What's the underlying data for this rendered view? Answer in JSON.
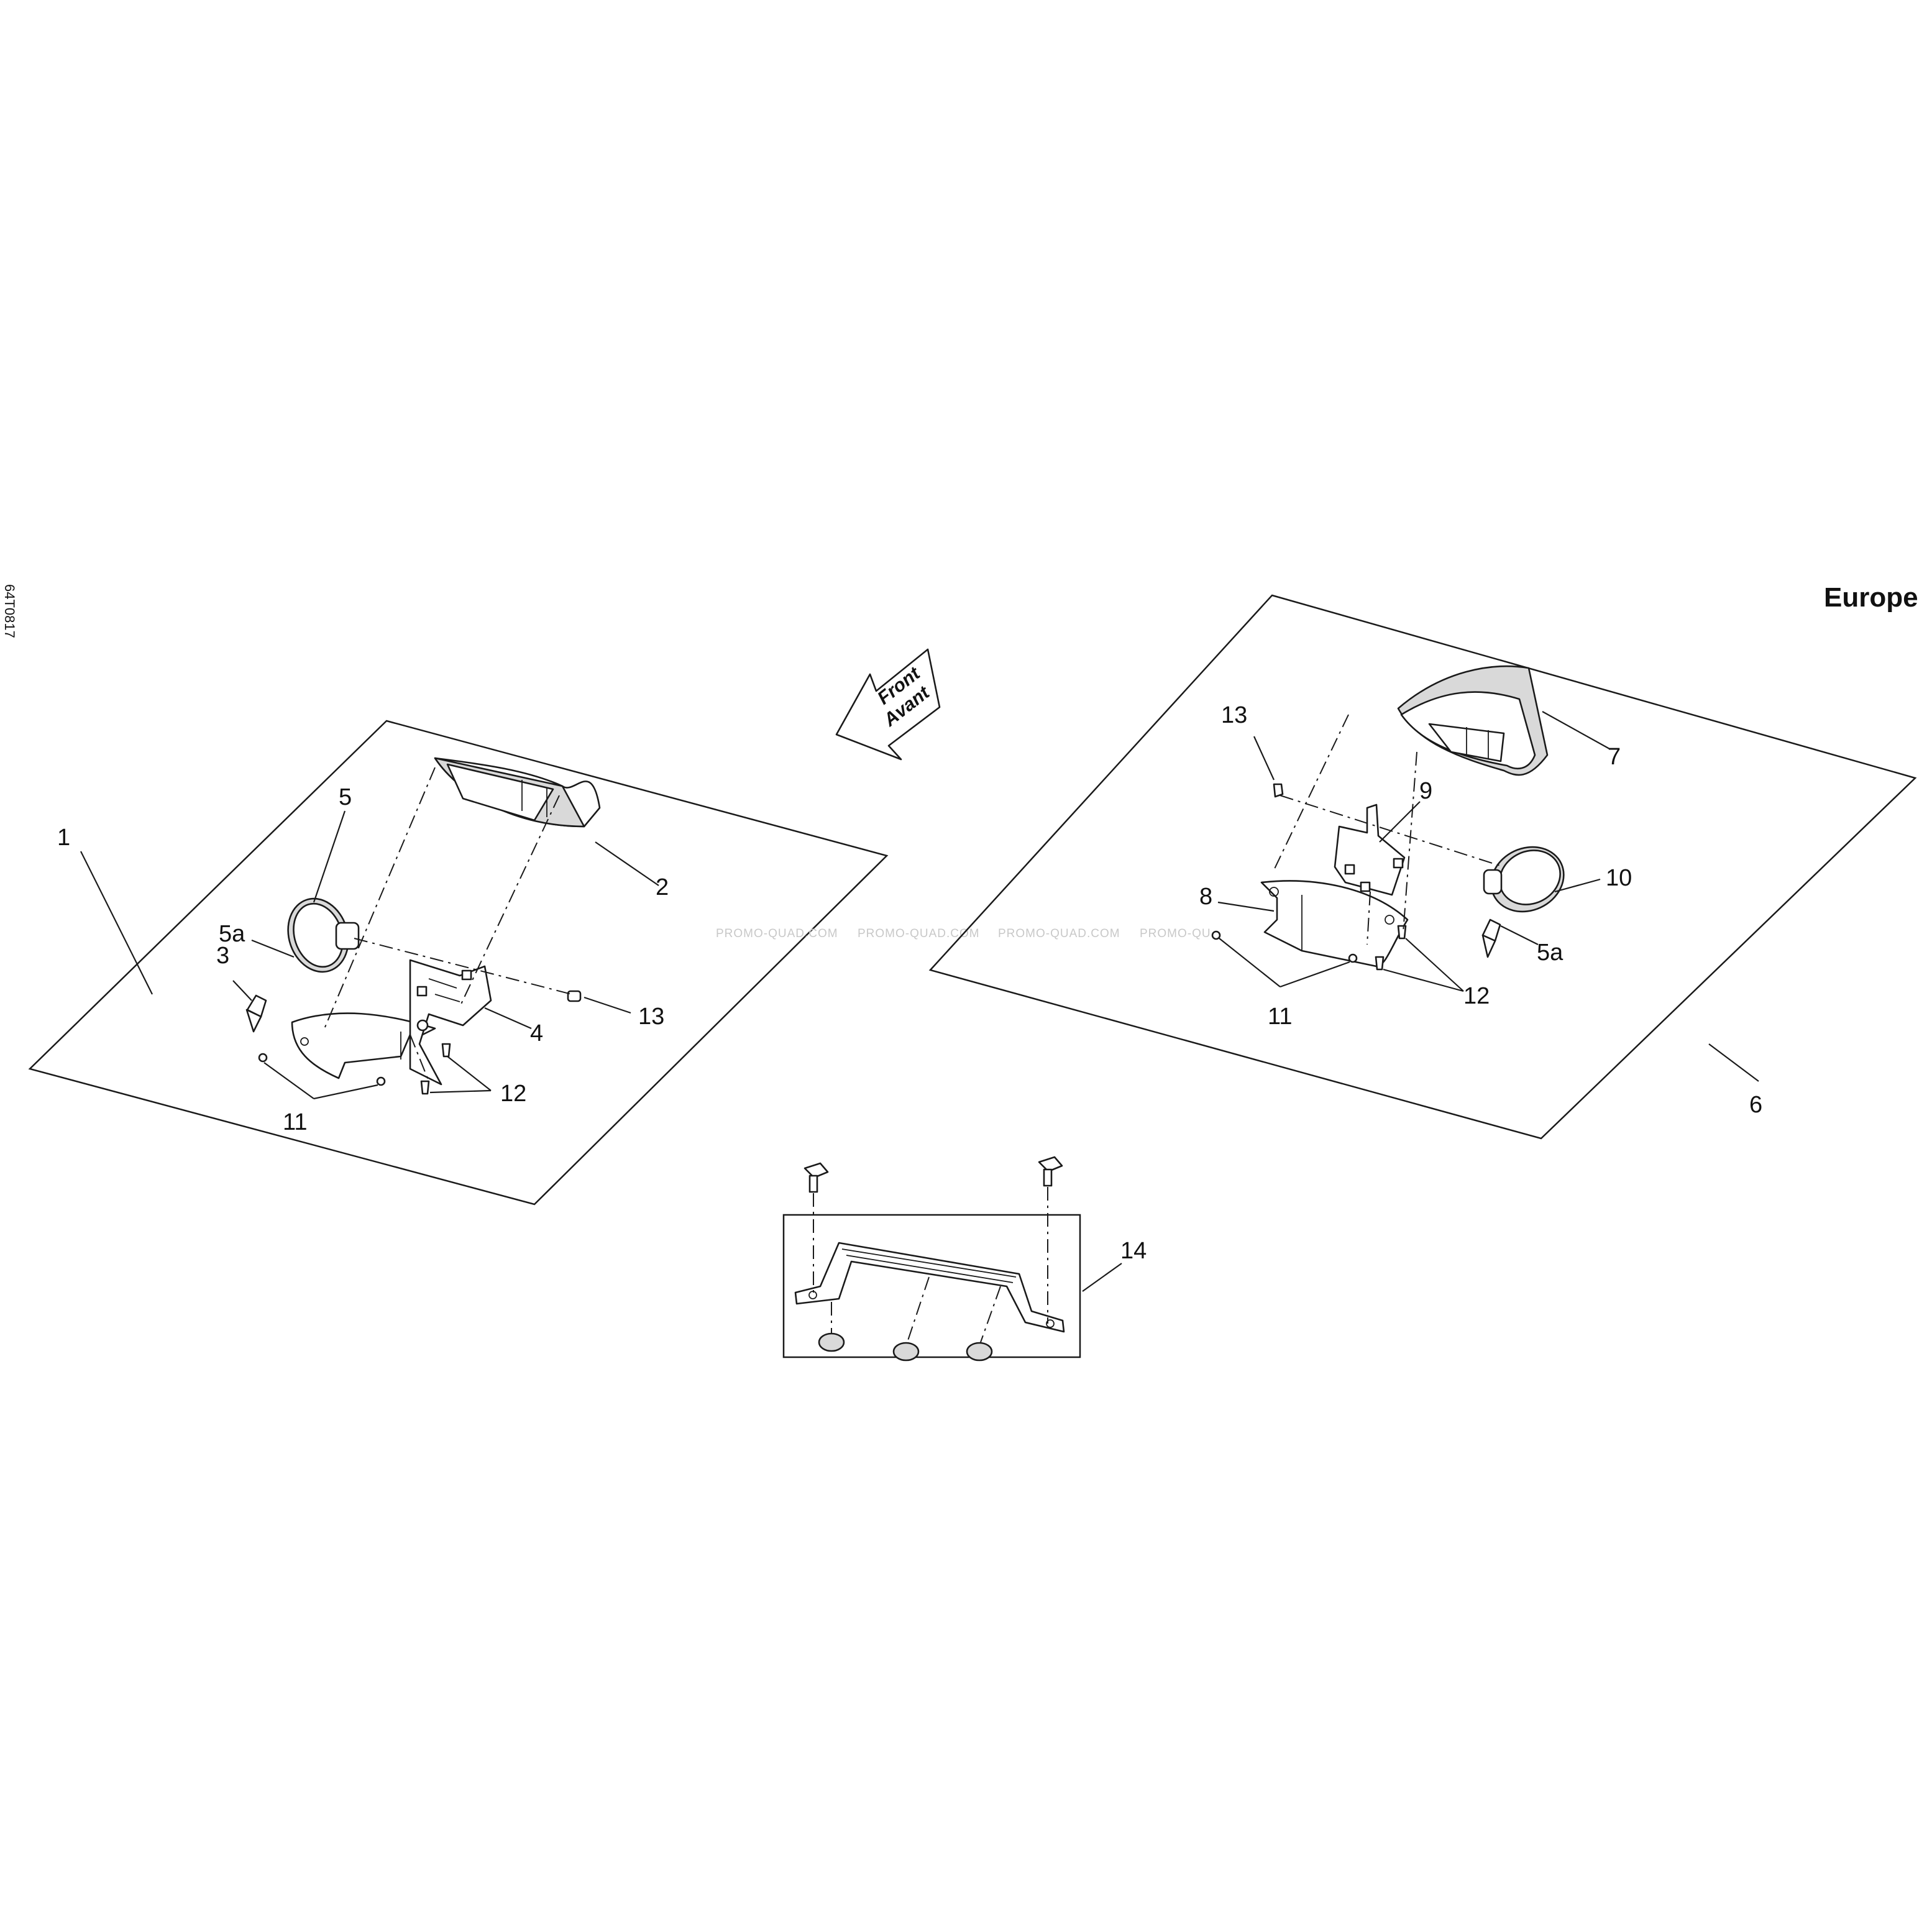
{
  "drawing_code": "64T0817",
  "region_label": "Europe",
  "direction_arrow": {
    "line1": "Front",
    "line2": "Avant"
  },
  "watermark": [
    "PROMO-QUAD.COM",
    "PROMO-QUAD.COM",
    "PROMO-QUAD.COM",
    "PROMO-QU"
  ],
  "callouts": {
    "left": {
      "c1": "1",
      "c2": "2",
      "c3": "3",
      "c4": "4",
      "c5": "5",
      "c5a": "5a",
      "c11": "11",
      "c12": "12",
      "c13": "13"
    },
    "right": {
      "c6": "6",
      "c7": "7",
      "c8": "8",
      "c9": "9",
      "c10": "10",
      "c5a": "5a",
      "c11": "11",
      "c12": "12",
      "c13": "13"
    },
    "bottom": {
      "c14": "14"
    }
  }
}
